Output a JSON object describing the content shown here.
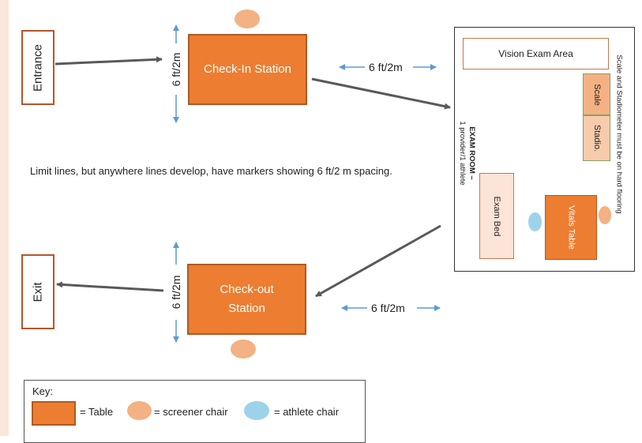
{
  "entrance": "Entrance",
  "exit": "Exit",
  "checkin": "Check-In Station",
  "checkout_line1": "Check-out",
  "checkout_line2": "Station",
  "spacing_label": "6 ft/2m",
  "note": "Limit lines, but anywhere lines develop, have markers showing 6 ft/2 m spacing.",
  "exam_room": {
    "vision": "Vision Exam Area",
    "scale": "Scale",
    "stadio": "Stadio.",
    "flooring_note": "Scale and Stadiometer must be on hard flooring",
    "room_label_1": "EXAM ROOM –",
    "room_label_2": "1 provider/1 athlete",
    "exam_bed": "Exam Bed",
    "vitals": "Vitals Table"
  },
  "key": {
    "title": "Key:",
    "table": "= Table",
    "screener": "= screener chair",
    "athlete": "= athlete chair"
  },
  "colors": {
    "table": "#ed7d31",
    "screener_chair": "#f4b183",
    "athlete_chair": "#9dd3ea",
    "arrow": "#595959",
    "spacing_arrow": "#5b9bd5"
  }
}
